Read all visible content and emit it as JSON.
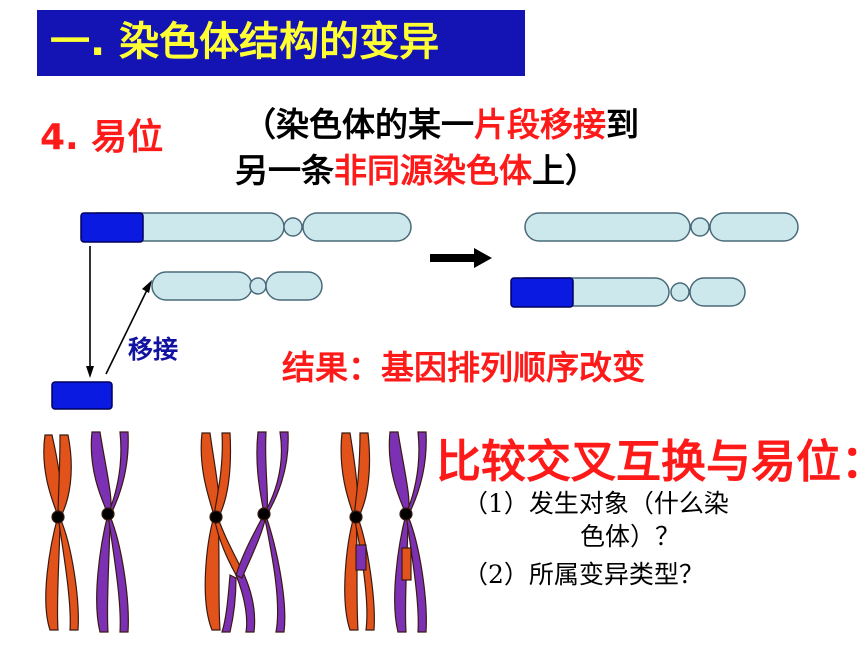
{
  "title": "一. 染色体结构的变异",
  "section_label": "4. 易位",
  "description": {
    "line1_prefix": "（染色体的某一",
    "line1_highlight": "片段移接",
    "line1_suffix": "到",
    "line2_prefix": "另一条",
    "line2_highlight": "非同源染色体",
    "line2_suffix": "上）"
  },
  "transfer_label": "移接",
  "result_text": "结果：基因排列顺序改变",
  "compare_title": "比较交叉互换与易位：",
  "questions": {
    "q1_line1": "（1）发生对象（什么染",
    "q1_line2": "色体）？",
    "q2": "（2）所属变异类型？"
  },
  "colors": {
    "title_bg": "#1414b4",
    "title_text": "#ffff33",
    "highlight_red": "#ff1a1a",
    "segment_blue": "#0a1ae0",
    "chromosome_fill": "#cde8ec",
    "chromatid_orange": "#e2531b",
    "chromatid_purple": "#7c31b4"
  }
}
